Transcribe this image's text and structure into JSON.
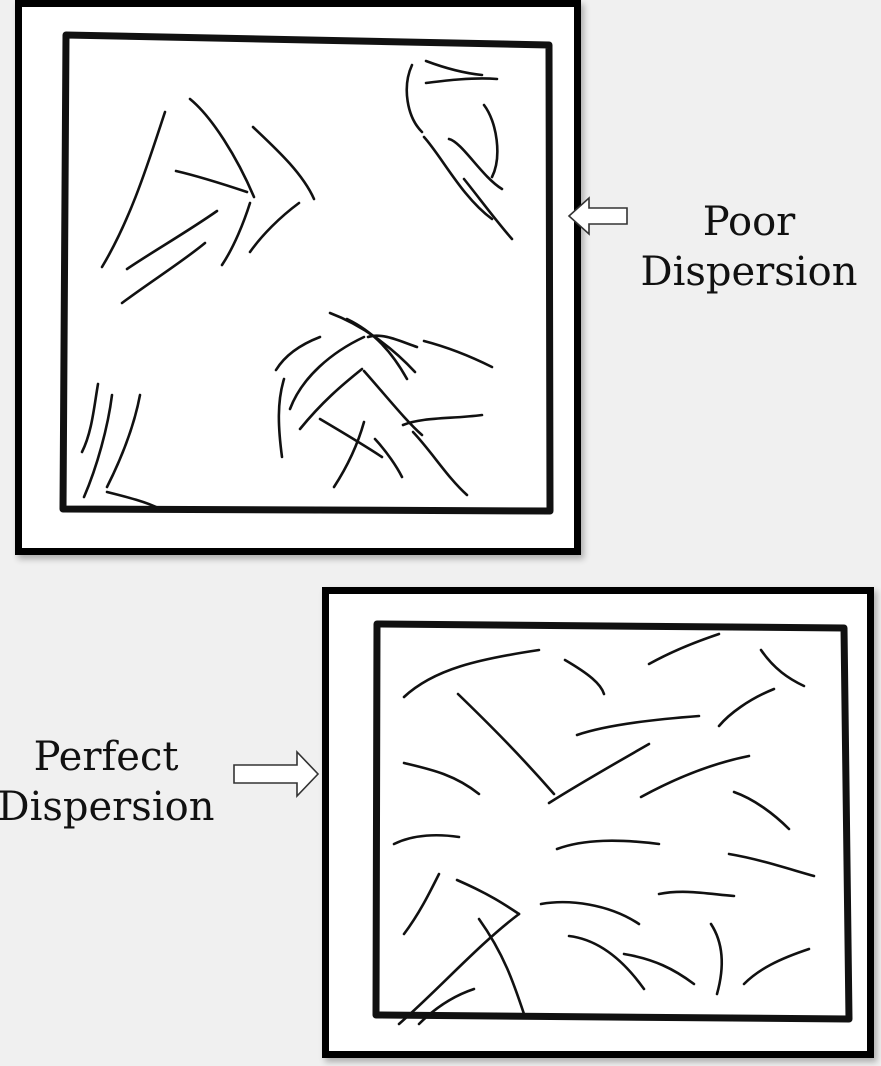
{
  "poor": {
    "label_line1": "Poor",
    "label_line2": "Dispersion"
  },
  "perfect": {
    "label_line1": "Perfect",
    "label_line2": "Dispersion"
  },
  "colors": {
    "background": "#f0f0f0",
    "frame": "#000000",
    "fibers": "#111111",
    "arrow_fill": "#ffffff"
  }
}
